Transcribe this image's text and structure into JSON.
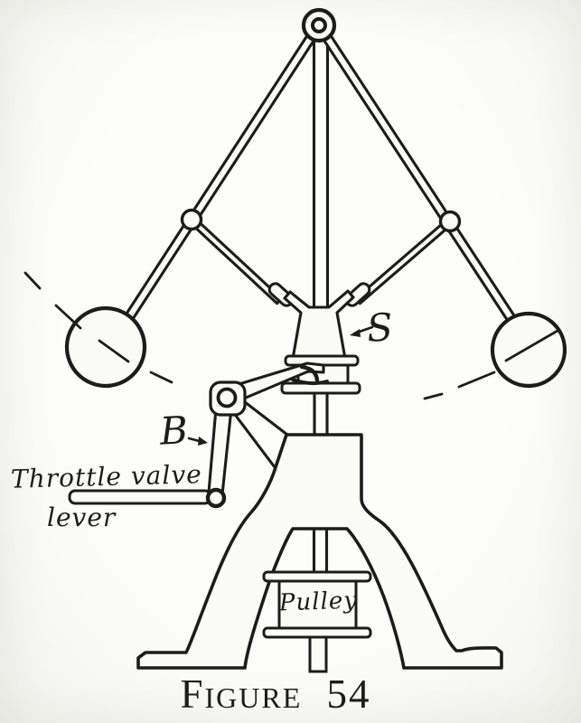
{
  "figure": {
    "caption": "Figure 54",
    "labels": {
      "sleeve": "S",
      "bell_crank": "B",
      "throttle_valve_line1": "Throttle valve",
      "throttle_valve_line2": "lever",
      "pulley": "Pulley"
    },
    "colors": {
      "ink": "#1c1c1a",
      "paper": "#fbfbf8"
    }
  }
}
